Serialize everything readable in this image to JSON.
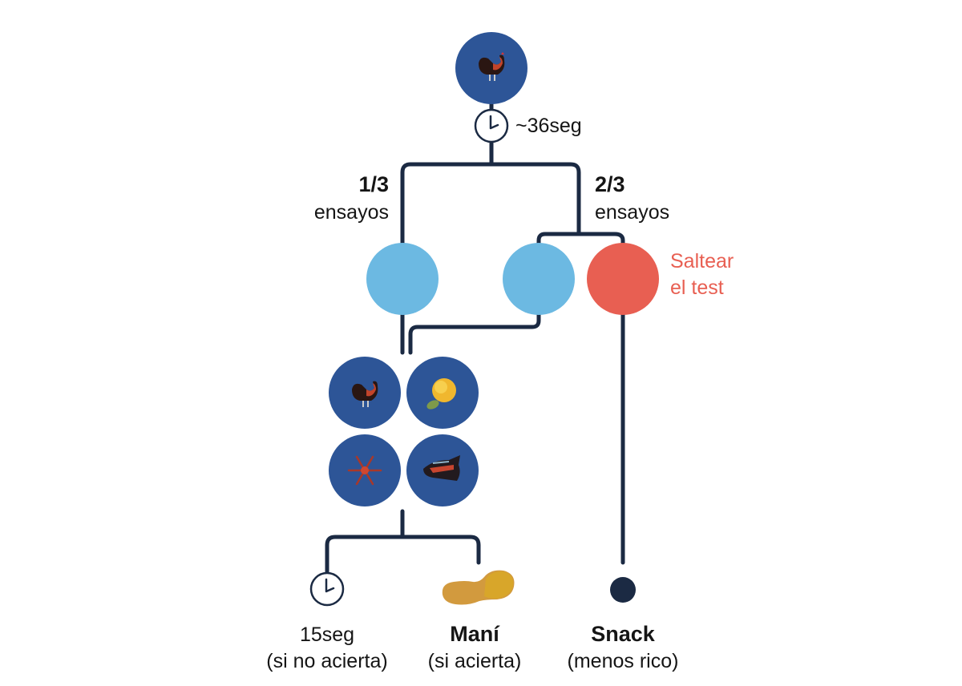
{
  "colors": {
    "line": "#1b2a43",
    "dark_blue_circle": "#2d5597",
    "light_blue_circle": "#6cb9e2",
    "red_circle": "#e85f52",
    "peanut": "#d9a13a",
    "dot": "#1b2a43"
  },
  "top": {
    "image": "rooster-icon",
    "wait_time": "~36seg"
  },
  "branches": {
    "left": {
      "fraction": "1/3",
      "label": "ensayos"
    },
    "right": {
      "fraction": "2/3",
      "label": "ensayos"
    }
  },
  "skip": {
    "line1": "Saltear",
    "line2": "el test"
  },
  "grid": {
    "images": [
      "rooster-icon",
      "flower-icon",
      "star-icon",
      "wolf-head-icon"
    ]
  },
  "outcomes": {
    "timeout": {
      "title": "15seg",
      "subtitle": "(si no acierta)"
    },
    "peanut": {
      "title": "Maní",
      "subtitle": "(si acierta)"
    },
    "snack": {
      "title": "Snack",
      "subtitle": "(menos rico)"
    }
  }
}
